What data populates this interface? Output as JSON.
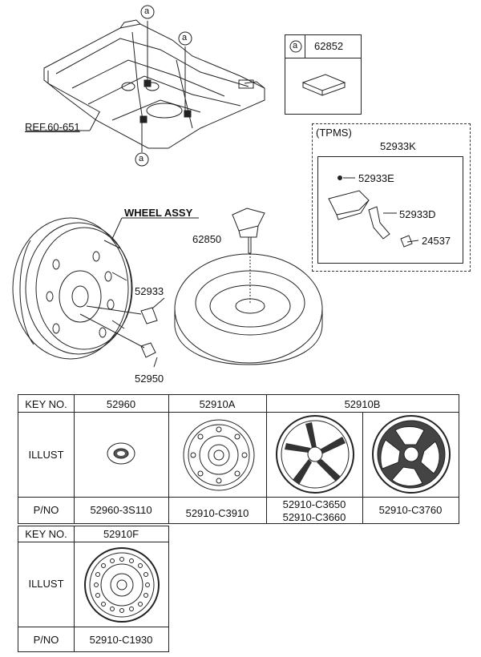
{
  "callouts": {
    "ref": "REF.60-651",
    "circle_a": "a",
    "wheel_assy": "WHEEL ASSY",
    "p62850": "62850",
    "p52933": "52933",
    "p52950": "52950"
  },
  "legend": {
    "marker": "a",
    "part": "62852"
  },
  "tpms": {
    "title": "(TPMS)",
    "assembly": "52933K",
    "parts": [
      "52933E",
      "52933D",
      "24537"
    ]
  },
  "table1": {
    "headers": {
      "key": "KEY NO.",
      "illust": "ILLUST",
      "pno": "P/NO"
    },
    "columns": [
      {
        "key": "52960",
        "pno": [
          "52960-3S110"
        ]
      },
      {
        "key": "52910A",
        "pno": [
          "52910-C3910"
        ]
      },
      {
        "key": "52910B",
        "pno": [
          "52910-C3650",
          "52910-C3660"
        ]
      },
      {
        "key": "",
        "pno": [
          "52910-C3760"
        ]
      }
    ]
  },
  "table2": {
    "headers": {
      "key": "KEY NO.",
      "illust": "ILLUST",
      "pno": "P/NO"
    },
    "columns": [
      {
        "key": "52910F",
        "pno": [
          "52910-C1930"
        ]
      }
    ]
  }
}
